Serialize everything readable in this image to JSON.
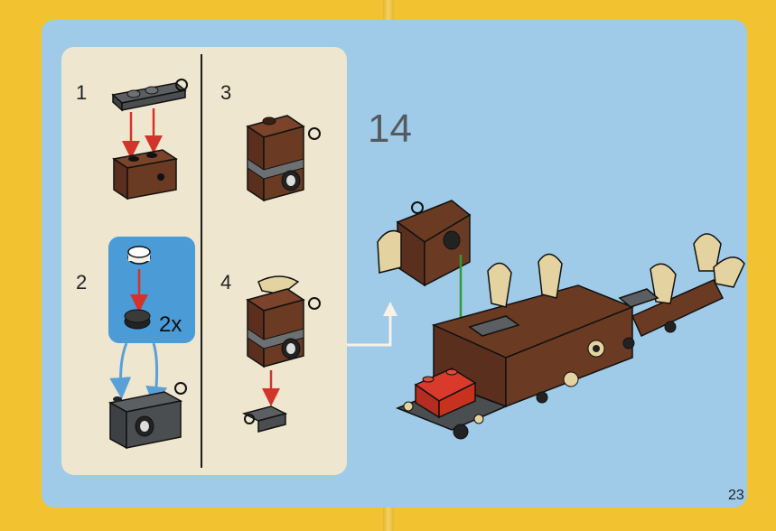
{
  "steps": {
    "s1": "1",
    "s2": "2",
    "s3": "3",
    "s4": "4",
    "main": "14"
  },
  "callout": {
    "multiplier": "2x"
  },
  "page": {
    "number": "23"
  },
  "colors": {
    "page_bg": "#f2c230",
    "panel": "#9fcbe8",
    "subpanel": "#efe6cf",
    "callout": "#4a9bd6",
    "brown": "#6b3a22",
    "dark_gray": "#5c5f61",
    "tan": "#e4d3a0",
    "red": "#d93a2b",
    "arrow_red": "#d2342a",
    "arrow_blue": "#5aa0d8",
    "arrow_green": "#2f9a3a"
  }
}
